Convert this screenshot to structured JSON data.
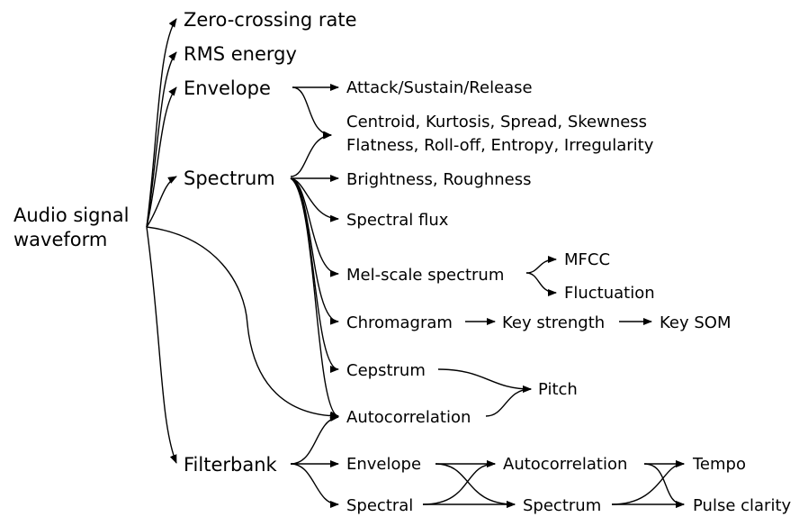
{
  "source": {
    "line1": "Audio signal",
    "line2": "waveform"
  },
  "level1": {
    "zcr": "Zero-crossing rate",
    "rms": "RMS energy",
    "envelope": "Envelope",
    "spectrum": "Spectrum",
    "filterbank": "Filterbank"
  },
  "envelope_outputs": {
    "asr": "Attack/Sustain/Release",
    "centroid": "Centroid, Kurtosis, Spread, Skewness",
    "flatness": "Flatness, Roll-off, Entropy, Irregularity"
  },
  "spectrum_outputs": {
    "brightness": "Brightness, Roughness",
    "flux": "Spectral flux",
    "mel": "Mel-scale spectrum",
    "chroma": "Chromagram",
    "cepstrum": "Cepstrum",
    "autocorr": "Autocorrelation"
  },
  "mel_outputs": {
    "mfcc": "MFCC",
    "fluct": "Fluctuation"
  },
  "chroma_chain": {
    "key_strength": "Key strength",
    "key_som": "Key SOM"
  },
  "pitch": "Pitch",
  "filterbank_outputs": {
    "envelope": "Envelope",
    "spectral": "Spectral",
    "autocorr": "Autocorrelation",
    "spectrum": "Spectrum",
    "tempo": "Tempo",
    "pulse": "Pulse clarity"
  }
}
